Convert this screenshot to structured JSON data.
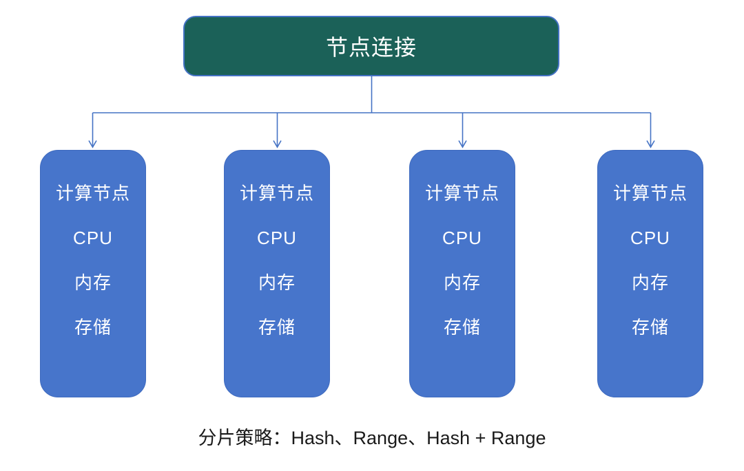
{
  "diagram": {
    "root": {
      "label": "节点连接"
    },
    "nodes": [
      {
        "title": "计算节点",
        "items": [
          "CPU",
          "内存",
          "存储"
        ]
      },
      {
        "title": "计算节点",
        "items": [
          "CPU",
          "内存",
          "存储"
        ]
      },
      {
        "title": "计算节点",
        "items": [
          "CPU",
          "内存",
          "存储"
        ]
      },
      {
        "title": "计算节点",
        "items": [
          "CPU",
          "内存",
          "存储"
        ]
      }
    ],
    "caption": "分片策略：Hash、Range、Hash + Range"
  },
  "colors": {
    "background": "#FFFFFF",
    "root_fill": "#1B6158",
    "root_border": "#4472C4",
    "node_fill": "#4775CB",
    "node_border": "#3E6ABF",
    "connector": "#4472C4",
    "text_light": "#FFFFFF",
    "caption_text": "#1A1A1A"
  }
}
